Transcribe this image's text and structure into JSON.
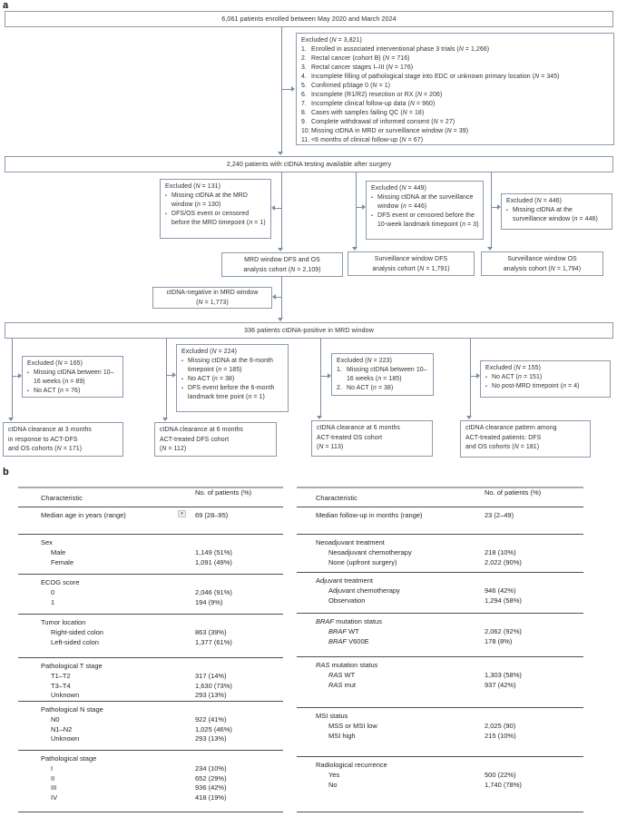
{
  "panel_a": {
    "label": "a",
    "boxes": {
      "enrolled": "6,061 patients enrolled between May 2020 and March 2024",
      "ctdna_available": "2,240 patients with ctDNA testing available after surgery",
      "mrd_cohort": [
        "MRD window DFS and OS",
        "analysis cohort (N = 2,109)"
      ],
      "surv_dfs_cohort": [
        "Surveillance window DFS",
        "analysis cohort (N = 1,791)"
      ],
      "surv_os_cohort": [
        "Surveillance window OS",
        "analysis cohort (N = 1,794)"
      ],
      "ctdna_negative": [
        "ctDNA-negative in MRD window",
        "(N = 1,773)"
      ],
      "mrd_positive": "336 patients ctDNA-positive in MRD window",
      "clearance_3mo": [
        "ctDNA clearance at 3 months",
        "in response to ACT-DFS",
        "and OS cohorts (N = 171)"
      ],
      "clearance_6mo_dfs": [
        "ctDNA clearance at 6 months",
        "ACT-treated DFS cohort",
        "(N = 112)"
      ],
      "clearance_6mo_os": [
        "ctDNA clearance at 6 months",
        "ACT-treated OS cohort",
        "(N = 113)"
      ],
      "clearance_pattern": [
        "ctDNA clearance pattern among",
        "ACT-treated patients: DFS",
        "and OS cohorts (N = 181)"
      ]
    },
    "excluded": {
      "main": {
        "title": "Excluded (N = 3,821)",
        "style": "numbered",
        "items": [
          "Enrolled in associated interventional phase 3 trials (N = 1,266)",
          "Rectal cancer (cohort B) (N = 716)",
          "Rectal cancer stages I–III (N = 176)",
          "Incomplete filling of pathological stage into EDC or unknown primary location (N = 345)",
          "Confirmed pStage 0 (N = 1)",
          "Incomplete (R1/R2) resection or RX (N = 206)",
          "Incomplete clinical follow-up data (N = 960)",
          "Cases with samples failing QC (N = 18)",
          "Complete withdrawal of informed consent (N = 27)",
          "Missing ctDNA in MRD or surveillance window (N = 39)",
          "<6 months of clinical follow-up (N = 67)"
        ]
      },
      "mrd": {
        "title": "Excluded (N = 131)",
        "style": "bullet",
        "items": [
          "Missing ctDNA at the MRD window (n = 130)",
          "DFS/OS event or censored before the MRD timepoint (n = 1)"
        ]
      },
      "surv_dfs": {
        "title": "Excluded (N = 449)",
        "style": "bullet",
        "items": [
          "Missing ctDNA at the surveillance window (n = 446)",
          "DFS event or censored before the 10-week landmark timepoint (n = 3)"
        ]
      },
      "surv_os": {
        "title": "Excluded (N = 446)",
        "style": "bullet",
        "items": [
          "Missing ctDNA at the surveillance window (n = 446)"
        ]
      },
      "c3mo": {
        "title": "Excluded (N = 165)",
        "style": "bullet",
        "items": [
          "Missing ctDNA between 10–16 weeks (n = 89)",
          "No ACT (n = 76)"
        ]
      },
      "c6dfs": {
        "title": "Excluded (N = 224)",
        "style": "bullet",
        "items": [
          "Missing ctDNA at the 6-month timepoint (n = 185)",
          "No ACT (n = 38)",
          "DFS event before the 6-month landmark time point (n = 1)"
        ]
      },
      "c6os": {
        "title": "Excluded (N = 223)",
        "style": "numbered",
        "items": [
          "Missing ctDNA between 10–16 weeks (n = 185)",
          "No ACT (n = 38)"
        ]
      },
      "cpattern": {
        "title": "Excluded (N = 155)",
        "style": "bullet",
        "items": [
          "No ACT (n = 151)",
          "No post-MRD timepoint (n = 4)"
        ]
      }
    }
  },
  "panel_b": {
    "label": "b",
    "left_table": {
      "headers": [
        "Characteristic",
        "No. of patients (%)"
      ],
      "groups": [
        {
          "label": "Median age in years (range)",
          "value": "69 (28–95)",
          "marker": true,
          "rows": []
        },
        {
          "label": "Sex",
          "rows": [
            {
              "label": "Male",
              "value": "1,149 (51%)"
            },
            {
              "label": "Female",
              "value": "1,091 (49%)"
            }
          ]
        },
        {
          "label": "ECOG score",
          "rows": [
            {
              "label": "0",
              "value": "2,046 (91%)"
            },
            {
              "label": "1",
              "value": "194 (9%)"
            }
          ]
        },
        {
          "label": "Tumor location",
          "rows": [
            {
              "label": "Right-sided colon",
              "value": "863 (39%)"
            },
            {
              "label": "Left-sided colon",
              "value": "1,377 (61%)"
            }
          ]
        },
        {
          "label": "Pathological T stage",
          "rows": [
            {
              "label": "T1–T2",
              "value": "317 (14%)"
            },
            {
              "label": "T3–T4",
              "value": "1,630 (73%)"
            },
            {
              "label": "Unknown",
              "value": "293 (13%)"
            }
          ]
        },
        {
          "label": "Pathological N stage",
          "rows": [
            {
              "label": "N0",
              "value": "922 (41%)"
            },
            {
              "label": "N1–N2",
              "value": "1,025 (46%)"
            },
            {
              "label": "Unknown",
              "value": "293 (13%)"
            }
          ]
        },
        {
          "label": "Pathological stage",
          "rows": [
            {
              "label": "I",
              "value": "234 (10%)"
            },
            {
              "label": "II",
              "value": "652 (29%)"
            },
            {
              "label": "III",
              "value": "936 (42%)"
            },
            {
              "label": "IV",
              "value": "418 (19%)"
            }
          ]
        }
      ]
    },
    "right_table": {
      "headers": [
        "Characteristic",
        "No. of patients (%)"
      ],
      "groups": [
        {
          "label": "Median follow-up in months (range)",
          "value": "23 (2–49)",
          "rows": []
        },
        {
          "label": "Neoadjuvant treatment",
          "rows": [
            {
              "label": "Neoadjuvant chemotherapy",
              "value": "218 (10%)"
            },
            {
              "label": "None (upfront surgery)",
              "value": "2,022 (90%)"
            }
          ]
        },
        {
          "label": "Adjuvant treatment",
          "rows": [
            {
              "label": "Adjuvant chemotherapy",
              "value": "946 (42%)"
            },
            {
              "label": "Observation",
              "value": "1,294 (58%)"
            }
          ]
        },
        {
          "label": "BRAF mutation status",
          "rows": [
            {
              "label": "BRAF WT",
              "value": "2,062 (92%)"
            },
            {
              "label": "BRAF V600E",
              "value": "178 (8%)"
            }
          ]
        },
        {
          "label": "RAS mutation status",
          "rows": [
            {
              "label": "RAS WT",
              "value": "1,303 (58%)"
            },
            {
              "label": "RAS mut",
              "value": "937 (42%)"
            }
          ]
        },
        {
          "label": "MSI status",
          "rows": [
            {
              "label": "MSS or MSI low",
              "value": "2,025 (90)"
            },
            {
              "label": "MSI high",
              "value": "215 (10%)"
            }
          ]
        },
        {
          "label": "Radiological recurrence",
          "rows": [
            {
              "label": "Yes",
              "value": "500 (22%)"
            },
            {
              "label": "No",
              "value": "1,740 (78%)"
            }
          ]
        }
      ]
    }
  },
  "colors": {
    "box_border": "#8d99ac",
    "connector": "#7e8ba0",
    "table_rule_dark": "#4f4f4f",
    "table_rule_light": "#ababab",
    "text": "#2f2f2f"
  }
}
